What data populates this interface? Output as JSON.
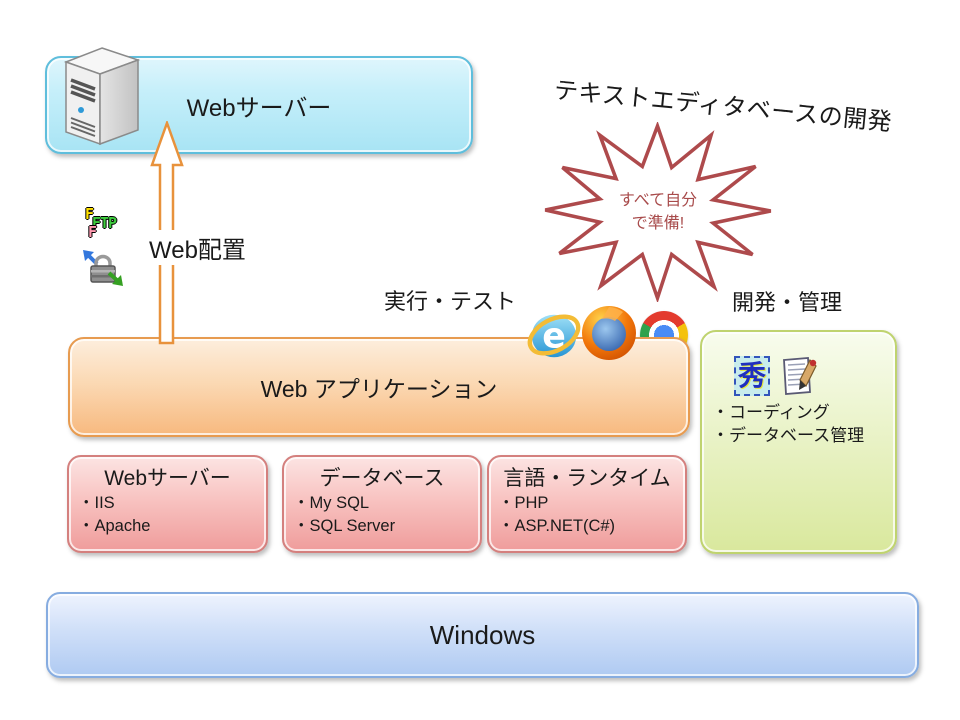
{
  "title": "テキストエディタベースの開発",
  "burst": {
    "line1": "すべて自分",
    "line2": "で準備!"
  },
  "labels": {
    "web_deploy": "Web配置",
    "run_test": "実行・テスト",
    "dev_manage": "開発・管理"
  },
  "boxes": {
    "web_server": {
      "label": "Webサーバー"
    },
    "web_app": {
      "label": "Web アプリケーション"
    },
    "windows": {
      "label": "Windows"
    },
    "dev_tools": {
      "bullet1": "・コーディング",
      "bullet2": "・データベース管理"
    },
    "stack": [
      {
        "title": "Webサーバー",
        "item1": "・IIS",
        "item2": "・Apache"
      },
      {
        "title": "データベース",
        "item1": "・My SQL",
        "item2": "・SQL Server"
      },
      {
        "title": "言語・ランタイム",
        "item1": "・PHP",
        "item2": "・ASP.NET(C#)"
      }
    ]
  },
  "icons": {
    "server": "server-tower-icon",
    "ffftp": {
      "f1": "F",
      "ftp": "FTP",
      "f2": "F"
    },
    "winscp": "lock-transfer-icon",
    "browsers": [
      "internet-explorer-icon",
      "firefox-icon",
      "chrome-icon"
    ],
    "hidemaru": {
      "glyph": "秀"
    },
    "notepad": "notepad-pencil-icon"
  },
  "colors": {
    "burst_stroke": "#ae4a4c",
    "arrow_stroke": "#e8923c",
    "blue_box_border": "#5fbedc",
    "orange_box_border": "#e79b50",
    "pink_box_border": "#d4807e",
    "green_box_border": "#bfd36f",
    "windows_box_border": "#86ace0"
  }
}
